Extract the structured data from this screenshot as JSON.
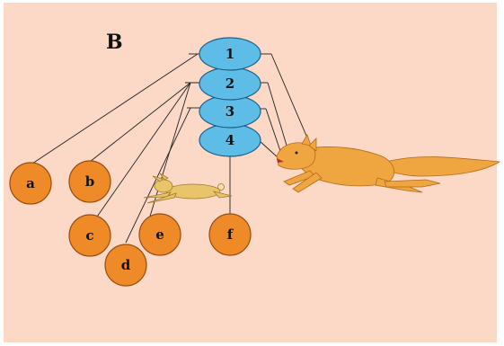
{
  "panel": {
    "title": "B"
  },
  "disc_stack": {
    "labels": [
      "1",
      "2",
      "3",
      "4"
    ],
    "fill": "#5ebde6",
    "stroke": "#1f5f8a"
  },
  "nodes": {
    "labels": [
      "a",
      "b",
      "c",
      "d",
      "e",
      "f"
    ],
    "fill": "#ef8a28",
    "stroke": "#9a4b10"
  },
  "colors": {
    "background": "#fbd9c6",
    "lines": "#222222",
    "fox": "#f0a640",
    "rabbit": "#e8c46a"
  },
  "figures": [
    "fox-figure",
    "rabbit-figure"
  ]
}
